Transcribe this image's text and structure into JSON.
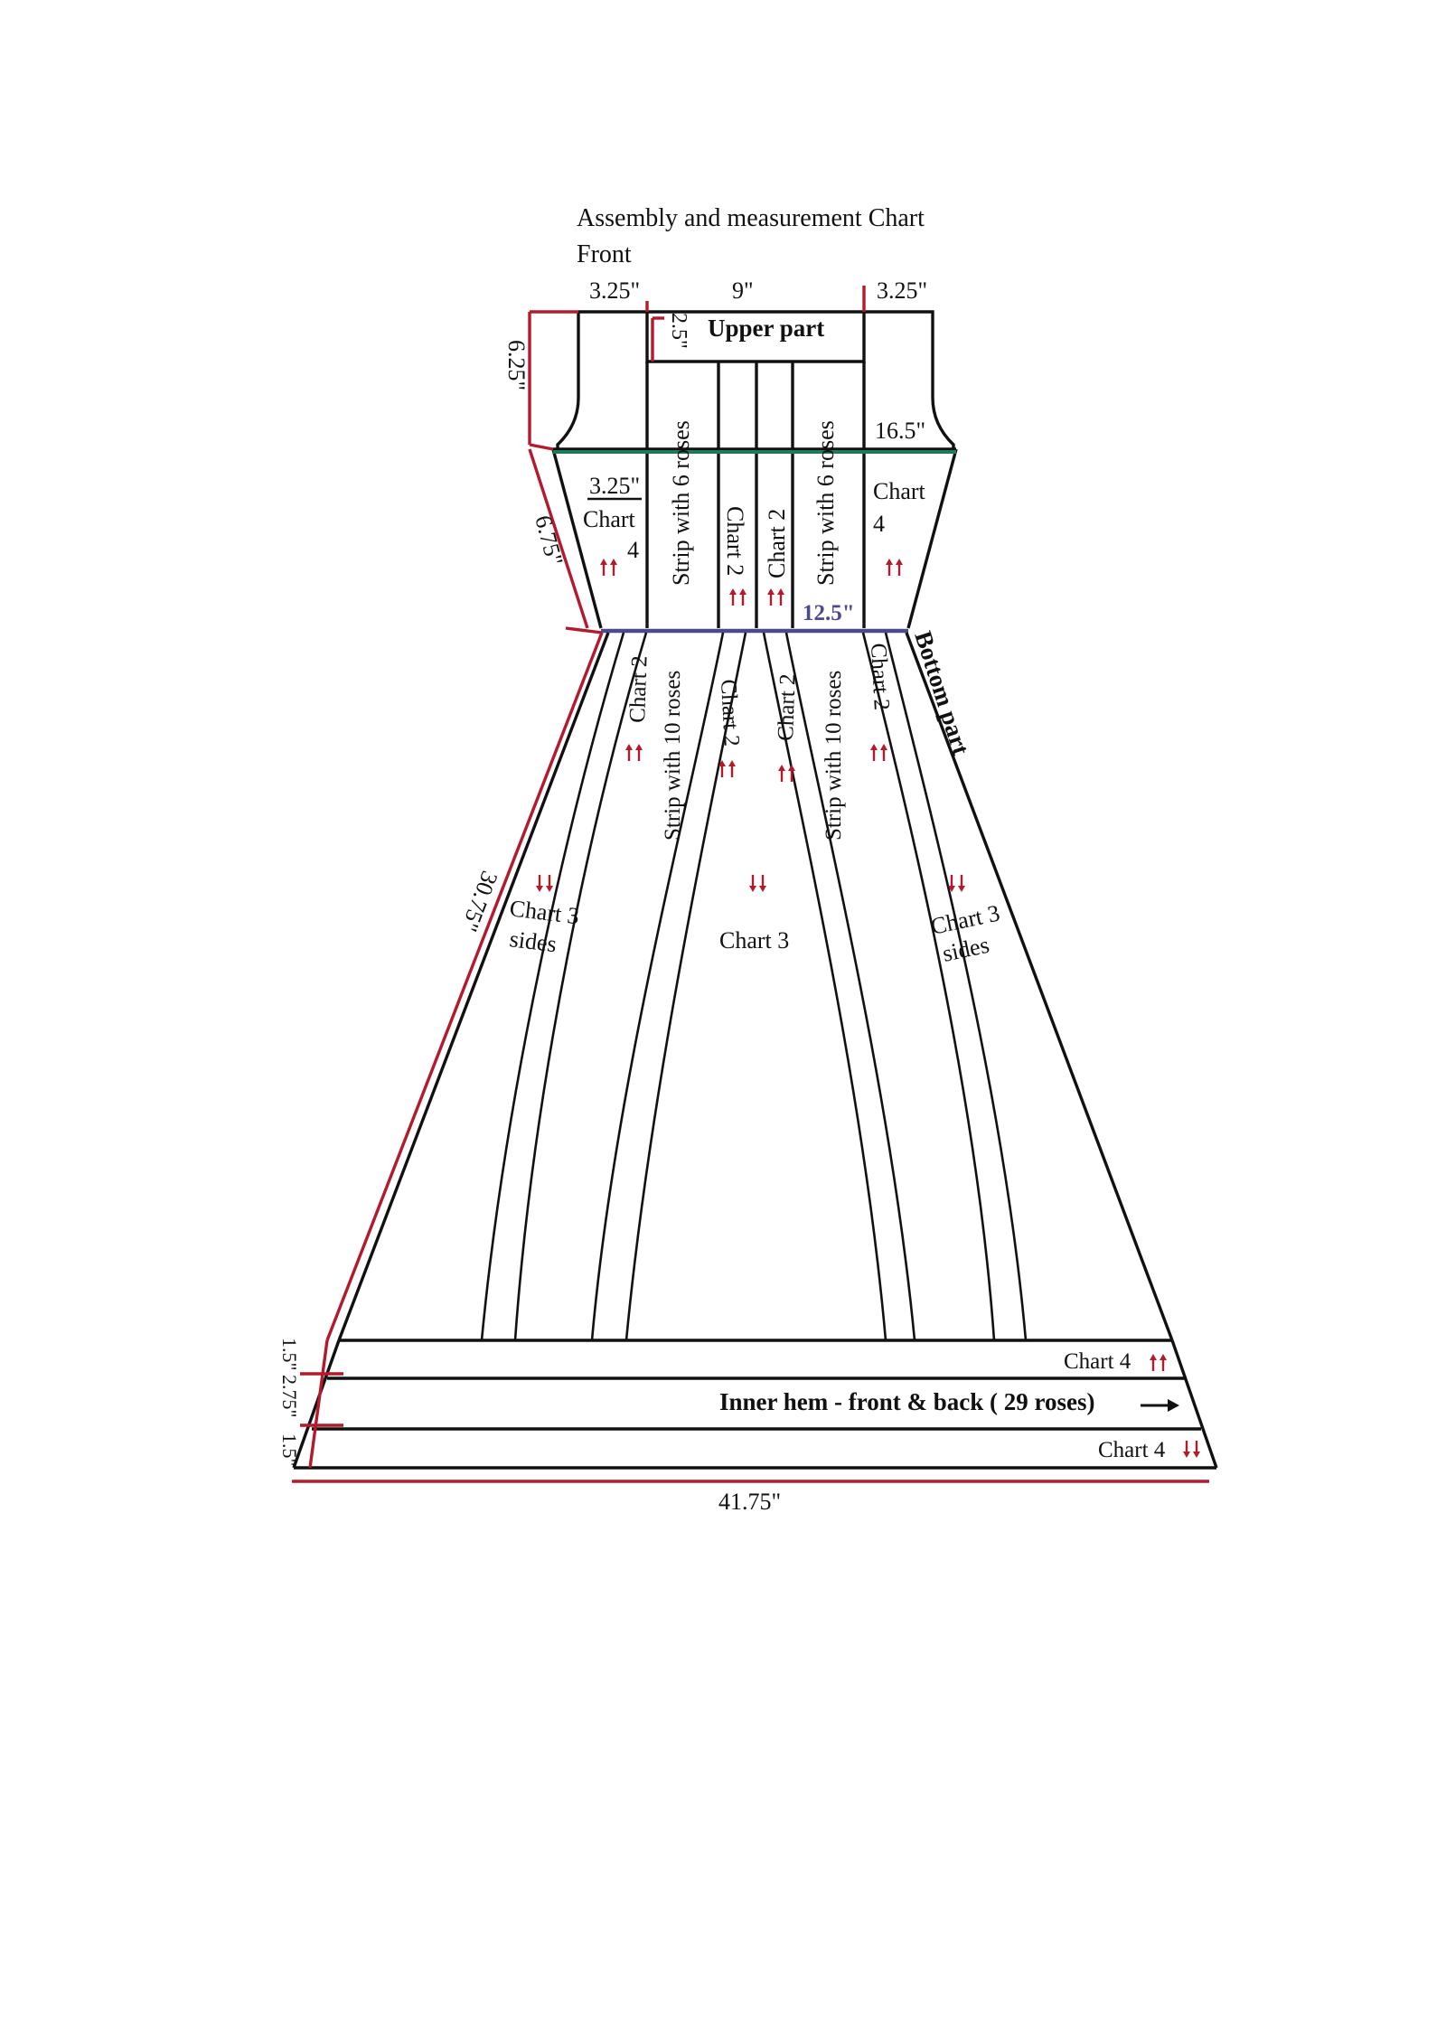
{
  "title": "Assembly and measurement Chart",
  "subtitle": "Front",
  "labels": {
    "upper_part": "Upper part",
    "bottom_part": "Bottom part",
    "inner_hem": "Inner hem - front & back ( 29 roses)",
    "strip_6": "Strip with 6 roses",
    "strip_10": "Strip with 10 roses",
    "chart2": "Chart 2",
    "chart3": "Chart 3",
    "chart3_sides_a": "Chart 3",
    "chart3_sides_b": "sides",
    "chart4_a": "Chart",
    "chart4_b": "4",
    "chart4_full": "Chart 4"
  },
  "measurements": {
    "shoulder_left": "3.25\"",
    "neck": "9\"",
    "shoulder_right": "3.25\"",
    "neck_depth": "2.5\"",
    "upper_height": "6.25\"",
    "bust": "16.5\"",
    "side_panel": "3.25\"",
    "waist_band_height": "6.75\"",
    "waist": "12.5\"",
    "skirt_length": "30.75\"",
    "hem_band1": "1.5\"",
    "hem_band2": "2.75\"",
    "hem_band3": "1.5\"",
    "hem_width": "41.75\""
  },
  "colors": {
    "outline": "#111111",
    "measure": "#b31b2c",
    "bust_line": "#1f7a5a",
    "waist_line": "#4a4a8c",
    "arrow": "#b31b2c"
  }
}
